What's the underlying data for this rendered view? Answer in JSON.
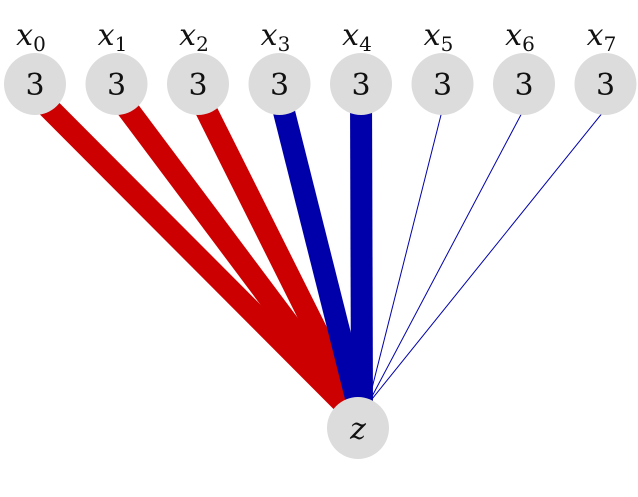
{
  "diagram": {
    "target": {
      "label": "z"
    },
    "colors": {
      "red": "#cc0000",
      "blue": "#0000aa",
      "node_fill": "#dcdcdc"
    },
    "inputs": [
      {
        "var": "x",
        "sub": "0",
        "value": "3",
        "color": "red",
        "weight": "thick"
      },
      {
        "var": "x",
        "sub": "1",
        "value": "3",
        "color": "red",
        "weight": "thick"
      },
      {
        "var": "x",
        "sub": "2",
        "value": "3",
        "color": "red",
        "weight": "thick"
      },
      {
        "var": "x",
        "sub": "3",
        "value": "3",
        "color": "blue",
        "weight": "thick"
      },
      {
        "var": "x",
        "sub": "4",
        "value": "3",
        "color": "blue",
        "weight": "thick"
      },
      {
        "var": "x",
        "sub": "5",
        "value": "3",
        "color": "blue",
        "weight": "thin"
      },
      {
        "var": "x",
        "sub": "6",
        "value": "3",
        "color": "blue",
        "weight": "thin"
      },
      {
        "var": "x",
        "sub": "7",
        "value": "3",
        "color": "blue",
        "weight": "thin"
      }
    ]
  }
}
